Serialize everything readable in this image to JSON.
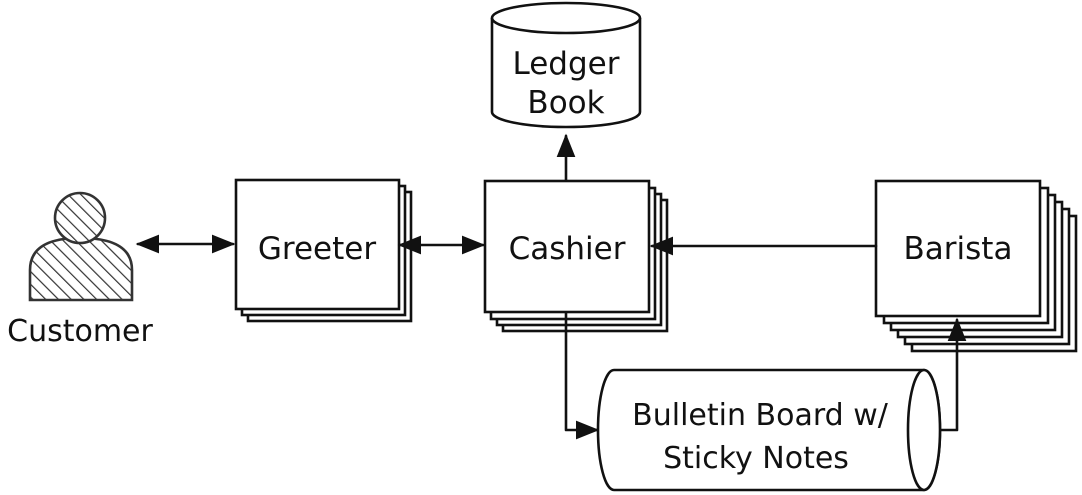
{
  "nodes": {
    "customer": {
      "label": "Customer"
    },
    "greeter": {
      "label": "Greeter"
    },
    "cashier": {
      "label": "Cashier"
    },
    "barista": {
      "label": "Barista"
    },
    "ledger": {
      "line1": "Ledger",
      "line2": "Book"
    },
    "bulletin": {
      "line1": "Bulletin Board w/",
      "line2": "Sticky Notes"
    }
  }
}
